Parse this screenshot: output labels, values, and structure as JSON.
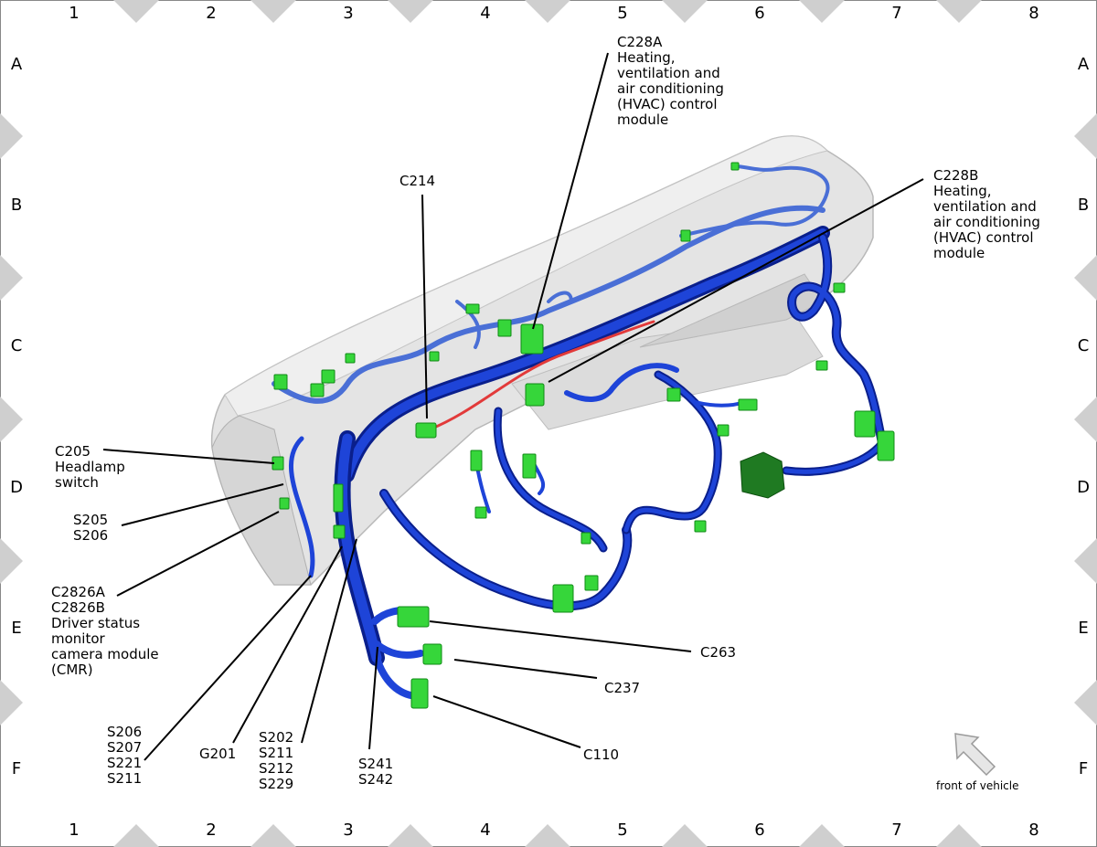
{
  "grid": {
    "columns": [
      "1",
      "2",
      "3",
      "4",
      "5",
      "6",
      "7",
      "8"
    ],
    "rows": [
      "A",
      "B",
      "C",
      "D",
      "E",
      "F"
    ]
  },
  "callouts": {
    "c228a": "C228A\nHeating,\nventilation and\nair conditioning\n(HVAC) control\nmodule",
    "c228b": "C228B\nHeating,\nventilation and\nair conditioning\n(HVAC) control\nmodule",
    "c214": "C214",
    "c205": "C205\nHeadlamp\nswitch",
    "s205": "S205\nS206",
    "c2826": "C2826A\nC2826B\nDriver status\nmonitor\ncamera module\n(CMR)",
    "s206": "S206\nS207\nS221\nS211",
    "g201": "G201",
    "s202": "S202\nS211\nS212\nS229",
    "s241": "S241\nS242",
    "c263": "C263",
    "c237": "C237",
    "c110": "C110"
  },
  "orientation": {
    "arrow_label": "front of vehicle"
  },
  "colors": {
    "harness": "#1736c8",
    "harness_dark": "#0a1f8c",
    "connector": "#36d63a",
    "connector_dark": "#0f8a14",
    "panel": "#e3e3e3",
    "red_wire": "#e23a3a",
    "diamond": "#c9c9c9"
  }
}
